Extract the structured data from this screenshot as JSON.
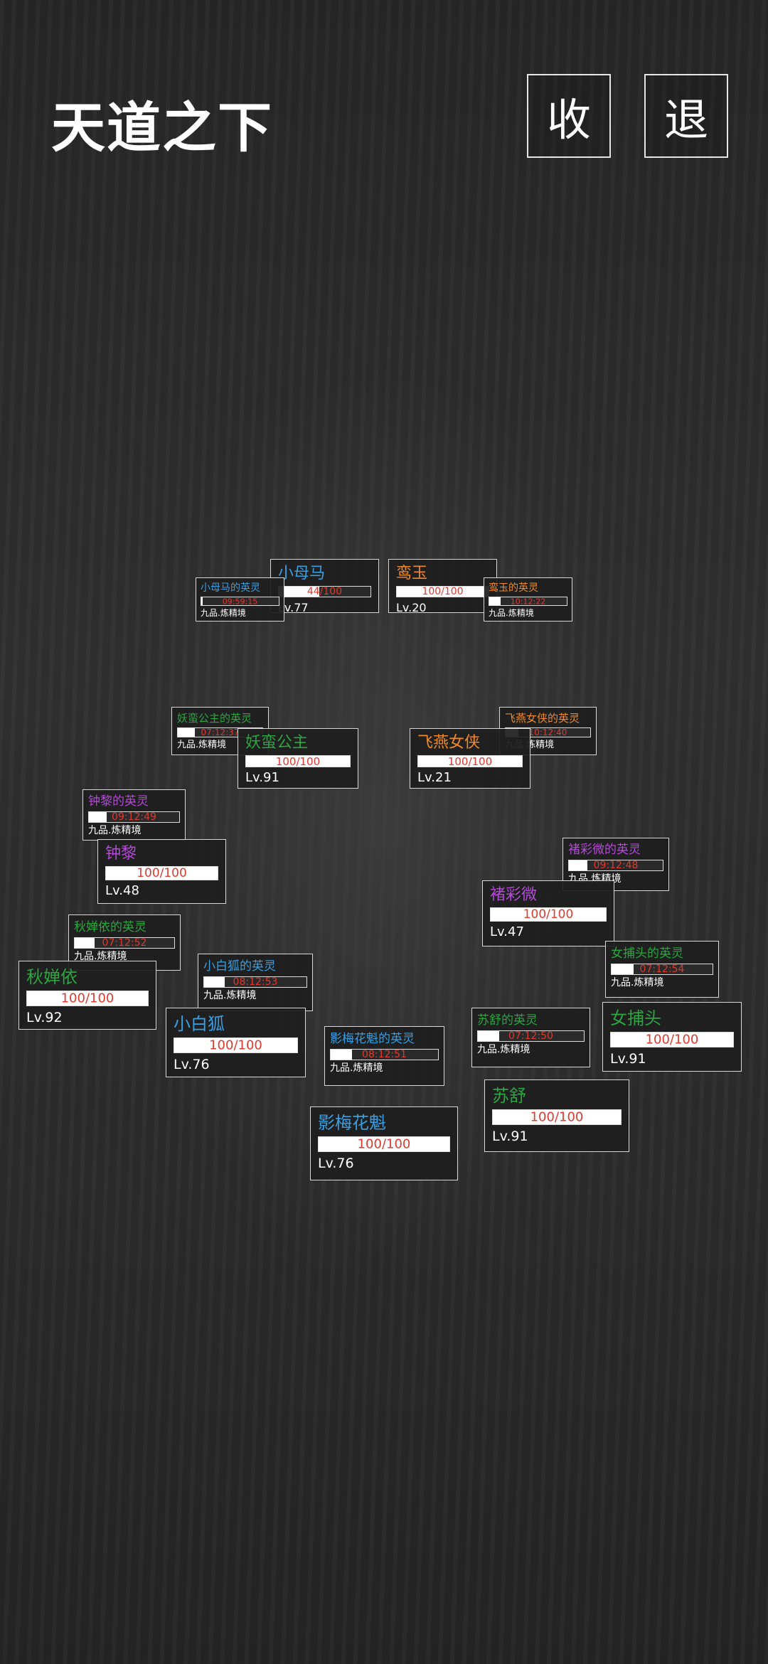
{
  "header": {
    "title": "天道之下",
    "collect_label": "收",
    "exit_label": "退"
  },
  "colors": {
    "blue": "#3a9ee0",
    "orange": "#ef8a2a",
    "purple": "#b44ad8",
    "green": "#2ba640",
    "timer_red": "#e0392f"
  },
  "heroes": [
    {
      "id": "xiaomuma",
      "name": "小母马",
      "hp": "44/100",
      "hp_fraction": 0.44,
      "level": "Lv.77",
      "name_color": "blue"
    },
    {
      "id": "luanyu",
      "name": "鸾玉",
      "hp": "100/100",
      "hp_fraction": 1.0,
      "level": "Lv.20",
      "name_color": "orange"
    },
    {
      "id": "yaoman",
      "name": "妖蛮公主",
      "hp": "100/100",
      "hp_fraction": 1.0,
      "level": "Lv.91",
      "name_color": "green"
    },
    {
      "id": "feiyan",
      "name": "飞燕女侠",
      "hp": "100/100",
      "hp_fraction": 1.0,
      "level": "Lv.21",
      "name_color": "orange"
    },
    {
      "id": "zhongli",
      "name": "钟黎",
      "hp": "100/100",
      "hp_fraction": 1.0,
      "level": "Lv.48",
      "name_color": "purple"
    },
    {
      "id": "chucaiwei",
      "name": "褚彩微",
      "hp": "100/100",
      "hp_fraction": 1.0,
      "level": "Lv.47",
      "name_color": "purple"
    },
    {
      "id": "qiuchanyi",
      "name": "秋婵依",
      "hp": "100/100",
      "hp_fraction": 1.0,
      "level": "Lv.92",
      "name_color": "green"
    },
    {
      "id": "nvbutou",
      "name": "女捕头",
      "hp": "100/100",
      "hp_fraction": 1.0,
      "level": "Lv.91",
      "name_color": "green"
    },
    {
      "id": "xiaobaihu",
      "name": "小白狐",
      "hp": "100/100",
      "hp_fraction": 1.0,
      "level": "Lv.76",
      "name_color": "blue"
    },
    {
      "id": "sushu",
      "name": "苏舒",
      "hp": "100/100",
      "hp_fraction": 1.0,
      "level": "Lv.91",
      "name_color": "green"
    },
    {
      "id": "yingmei",
      "name": "影梅花魁",
      "hp": "100/100",
      "hp_fraction": 1.0,
      "level": "Lv.76",
      "name_color": "blue"
    }
  ],
  "spirits": [
    {
      "id": "xiaomuma_s",
      "name": "小母马的英灵",
      "timer": "09:59:15",
      "progress": 0.02,
      "realm": "九品.炼精境",
      "name_color": "blue"
    },
    {
      "id": "luanyu_s",
      "name": "鸾玉的英灵",
      "timer": "10:12:22",
      "progress": 0.15,
      "realm": "九品.炼精境",
      "name_color": "orange"
    },
    {
      "id": "yaoman_s",
      "name": "妖蛮公主的英灵",
      "timer": "07:12:37",
      "progress": 0.2,
      "realm": "九品.炼精境",
      "name_color": "green"
    },
    {
      "id": "feiyan_s",
      "name": "飞燕女侠的英灵",
      "timer": "10:12:40",
      "progress": 0.15,
      "realm": "九品.炼精境",
      "name_color": "orange"
    },
    {
      "id": "zhongli_s",
      "name": "钟黎的英灵",
      "timer": "09:12:49",
      "progress": 0.2,
      "realm": "九品.炼精境",
      "name_color": "purple"
    },
    {
      "id": "chucaiwei_s",
      "name": "褚彩微的英灵",
      "timer": "09:12:48",
      "progress": 0.2,
      "realm": "九品.炼精境",
      "name_color": "purple"
    },
    {
      "id": "qiuchanyi_s",
      "name": "秋婵依的英灵",
      "timer": "07:12:52",
      "progress": 0.2,
      "realm": "九品.炼精境",
      "name_color": "green"
    },
    {
      "id": "nvbutou_s",
      "name": "女捕头的英灵",
      "timer": "07:12:54",
      "progress": 0.22,
      "realm": "九品.炼精境",
      "name_color": "green"
    },
    {
      "id": "xiaobaihu_s",
      "name": "小白狐的英灵",
      "timer": "08:12:53",
      "progress": 0.2,
      "realm": "九品.炼精境",
      "name_color": "blue"
    },
    {
      "id": "sushu_s",
      "name": "苏舒的英灵",
      "timer": "07:12:50",
      "progress": 0.2,
      "realm": "九品.炼精境",
      "name_color": "green"
    },
    {
      "id": "yingmei_s",
      "name": "影梅花魁的英灵",
      "timer": "08:12:51",
      "progress": 0.2,
      "realm": "九品.炼精境",
      "name_color": "blue"
    }
  ]
}
